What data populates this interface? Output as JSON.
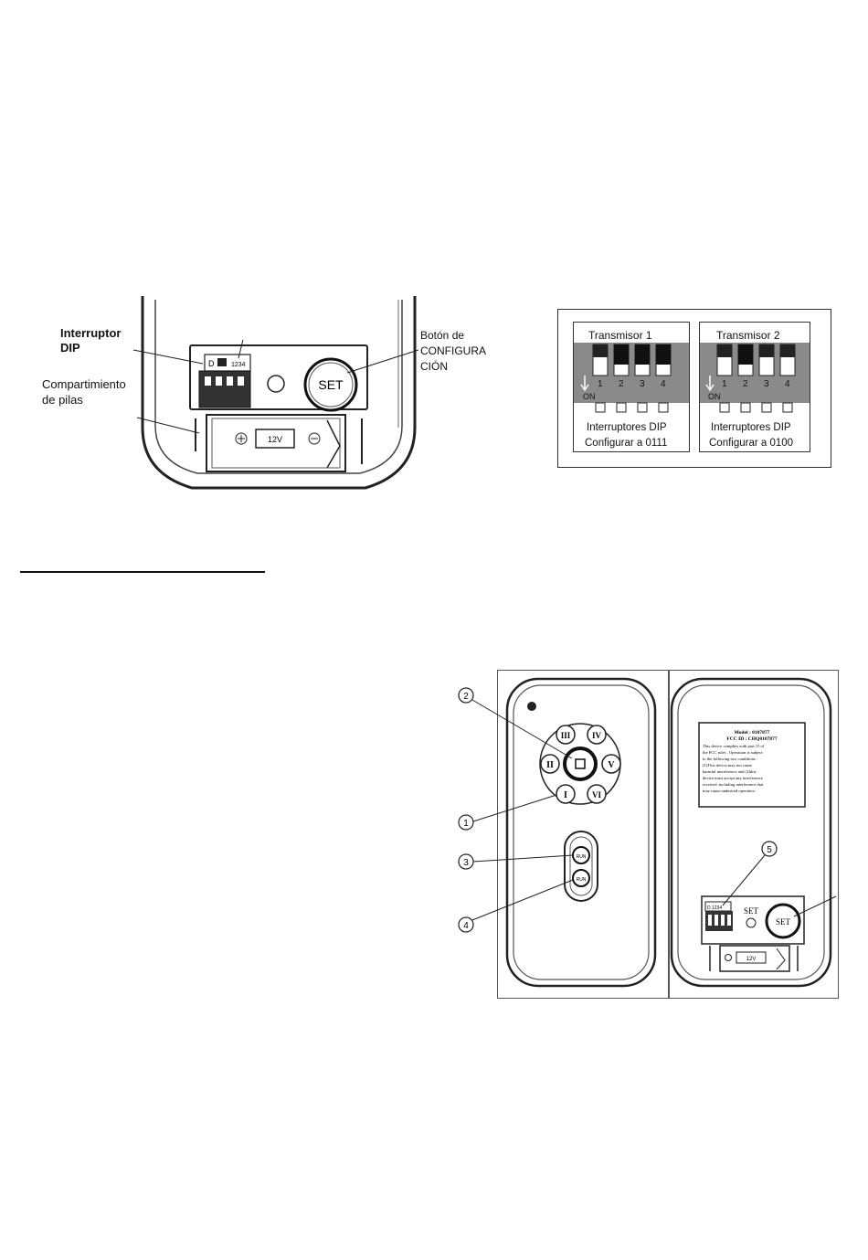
{
  "figure1": {
    "label_dip": [
      "Interruptor",
      "DIP"
    ],
    "label_battery": [
      "Compartimiento",
      "de pilas"
    ],
    "label_set_button": [
      "Botón de",
      "CONFIGURA",
      "CIÓN"
    ],
    "set_text": "SET",
    "battery_text": "12V",
    "dip_tiny": [
      "D",
      "1234"
    ]
  },
  "dip_table": {
    "transmitters": [
      {
        "title": "Transmisor 1",
        "numbers": [
          "1",
          "2",
          "3",
          "4"
        ],
        "on_label": "ON",
        "states": [
          "0",
          "1",
          "1",
          "1"
        ],
        "caption": [
          "Interruptores DIP",
          "Configurar a 0111"
        ]
      },
      {
        "title": "Transmisor 2",
        "numbers": [
          "1",
          "2",
          "3",
          "4"
        ],
        "on_label": "ON",
        "states": [
          "0",
          "1",
          "0",
          "0"
        ],
        "caption": [
          "Interruptores DIP",
          "Configurar a 0100"
        ]
      }
    ]
  },
  "remote": {
    "callouts": [
      "1",
      "2",
      "3",
      "4",
      "5"
    ],
    "buttons": [
      "I",
      "II",
      "III",
      "IV",
      "V",
      "VI"
    ],
    "oval_buttons": [
      "RUN",
      "RUN"
    ],
    "label_text": [
      "Model : 0107877",
      "FCC ID : CHQ0107877",
      "This device complies with part 15 of",
      "the FCC rules . Operation is subject",
      "to the following two conditions :",
      "(1)This device may not cause",
      "harmful interference and (2)this",
      "device must accept any interference",
      "received ,including interference that",
      "may cause undesired operation ."
    ],
    "set_label": "SET",
    "set_button": "SET",
    "battery_text": "12V",
    "dip_tiny": "D 1234"
  }
}
